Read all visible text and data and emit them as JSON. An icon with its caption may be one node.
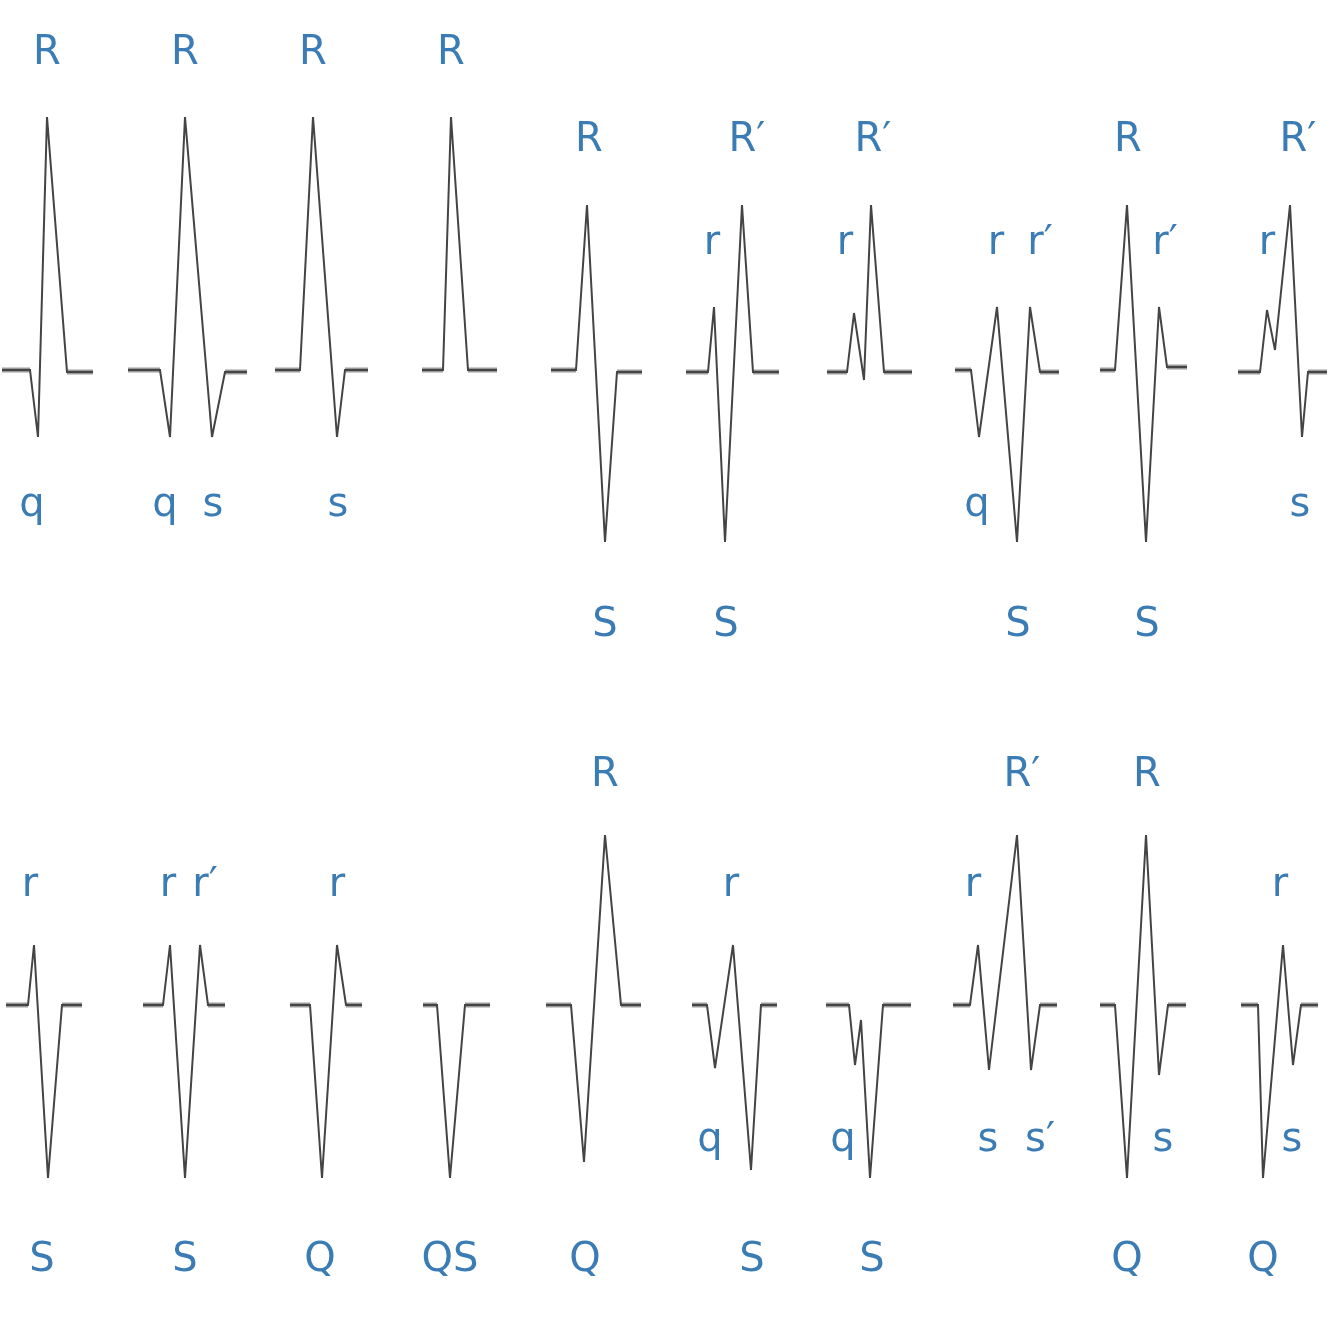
{
  "diagram": {
    "labels": [
      "R",
      "R",
      "R",
      "R",
      "R",
      "R′",
      "R′",
      "R",
      "R′",
      "r",
      "r",
      "r",
      "r′",
      "r′",
      "r",
      "q",
      "q",
      "s",
      "s",
      "q",
      "s",
      "S",
      "S",
      "S",
      "S",
      "R",
      "R′",
      "R",
      "r",
      "r",
      "r′",
      "r",
      "r",
      "r",
      "r",
      "q",
      "q",
      "s",
      "s′",
      "s",
      "s",
      "S",
      "S",
      "Q",
      "QS",
      "Q",
      "S",
      "S",
      "Q",
      "Q"
    ]
  }
}
